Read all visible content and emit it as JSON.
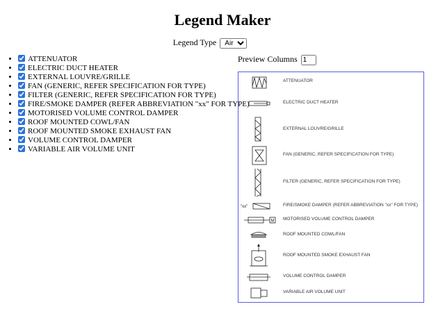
{
  "title": "Legend Maker",
  "legend_type": {
    "label": "Legend Type",
    "value": "Air"
  },
  "preview_columns": {
    "label": "Preview Columns",
    "value": "1"
  },
  "items": [
    {
      "label": "ATTENUATOR",
      "checked": true,
      "preview": "ATTENUATOR",
      "icon": "attenuator-icon"
    },
    {
      "label": "ELECTRIC DUCT HEATER",
      "checked": true,
      "preview": "ELECTRIC DUCT HEATER",
      "icon": "electric-duct-heater-icon"
    },
    {
      "label": "EXTERNAL LOUVRE/GRILLE",
      "checked": true,
      "preview": "EXTERNAL LOUVRE/GRILLE",
      "icon": "louvre-icon"
    },
    {
      "label": "FAN (GENERIC, REFER SPECIFICATION FOR TYPE)",
      "checked": true,
      "preview": "FAN (GENERIC, REFER SPECIFICATION FOR TYPE)",
      "icon": "fan-icon"
    },
    {
      "label": "FILTER (GENERIC, REFER SPECIFICATION FOR TYPE)",
      "checked": true,
      "preview": "FILTER (GENERIC, REFER SPECIFICATION FOR TYPE)",
      "icon": "filter-icon"
    },
    {
      "label": "FIRE/SMOKE DAMPER (REFER ABBREVIATION \"xx\" FOR TYPE)",
      "checked": true,
      "preview": "FIRE/SMOKE DAMPER (REFER ABBREVIATION \"xx\" FOR TYPE)",
      "icon": "fire-smoke-damper-icon",
      "icon_text": "\"xx\""
    },
    {
      "label": "MOTORISED VOLUME CONTROL DAMPER",
      "checked": true,
      "preview": "MOTORISED VOLUME CONTROL DAMPER",
      "icon": "motorised-damper-icon",
      "icon_text": "M"
    },
    {
      "label": "ROOF MOUNTED COWL/FAN",
      "checked": true,
      "preview": "ROOF MOUNTED COWL/FAN",
      "icon": "roof-cowl-icon"
    },
    {
      "label": "ROOF MOUNTED SMOKE EXHAUST FAN",
      "checked": true,
      "preview": "ROOF MOUNTED SMOKE EXHAUST FAN",
      "icon": "smoke-exhaust-fan-icon"
    },
    {
      "label": "VOLUME CONTROL DAMPER",
      "checked": true,
      "preview": "VOLUME CONTROL DAMPER",
      "icon": "volume-damper-icon"
    },
    {
      "label": "VARIABLE AIR VOLUME UNIT",
      "checked": true,
      "preview": "VARIABLE AIR VOLUME UNIT",
      "icon": "vav-unit-icon"
    }
  ]
}
